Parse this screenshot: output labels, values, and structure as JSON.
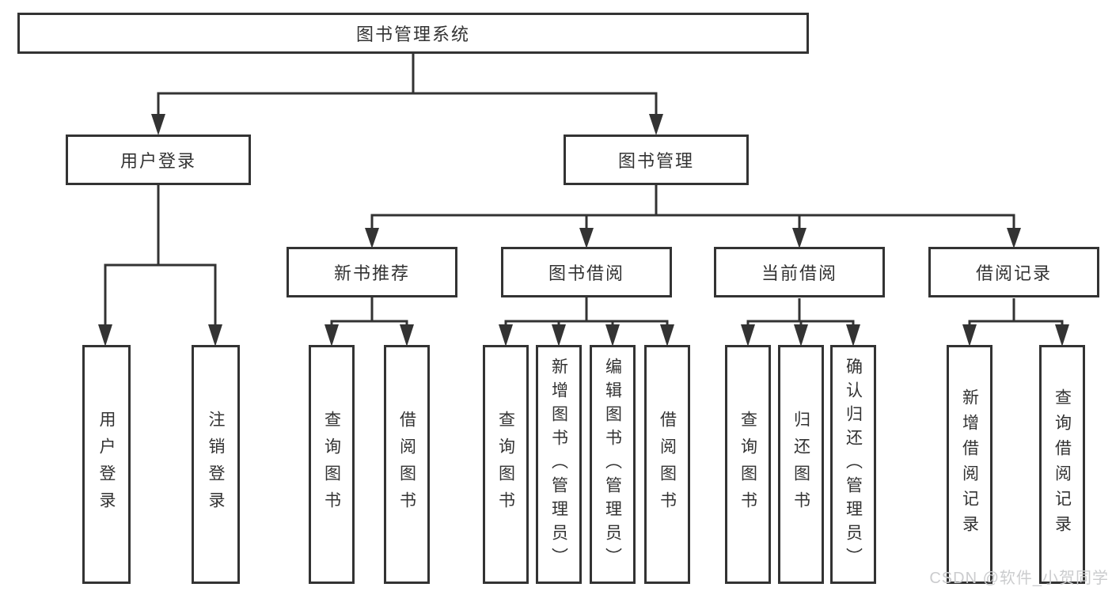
{
  "diagram": {
    "type": "hierarchy-tree",
    "root": {
      "label": "图书管理系统"
    },
    "level2": [
      {
        "id": "user-login",
        "label": "用户登录"
      },
      {
        "id": "book-management",
        "label": "图书管理"
      }
    ],
    "level3": [
      {
        "id": "new-book-recommend",
        "label": "新书推荐",
        "parent": "图书管理"
      },
      {
        "id": "book-borrow",
        "label": "图书借阅",
        "parent": "图书管理"
      },
      {
        "id": "current-borrow",
        "label": "当前借阅",
        "parent": "图书管理"
      },
      {
        "id": "borrow-records",
        "label": "借阅记录",
        "parent": "图书管理"
      }
    ],
    "leaves": {
      "user_login": [
        "用户登录",
        "注销登录"
      ],
      "new_book_recommend": [
        "查询图书",
        "借阅图书"
      ],
      "book_borrow": [
        "查询图书",
        "新增图书（管理员）",
        "编辑图书（管理员）",
        "借阅图书"
      ],
      "current_borrow": [
        "查询图书",
        "归还图书",
        "确认归还（管理员）"
      ],
      "borrow_records": [
        "新增借阅记录",
        "查询借阅记录"
      ]
    }
  },
  "colors": {
    "line": "#333333",
    "box_border": "#333333",
    "text": "#333333",
    "background": "#ffffff",
    "watermark": "#cbccce"
  },
  "watermark": {
    "text": "CSDN @软件_小贺同学"
  }
}
